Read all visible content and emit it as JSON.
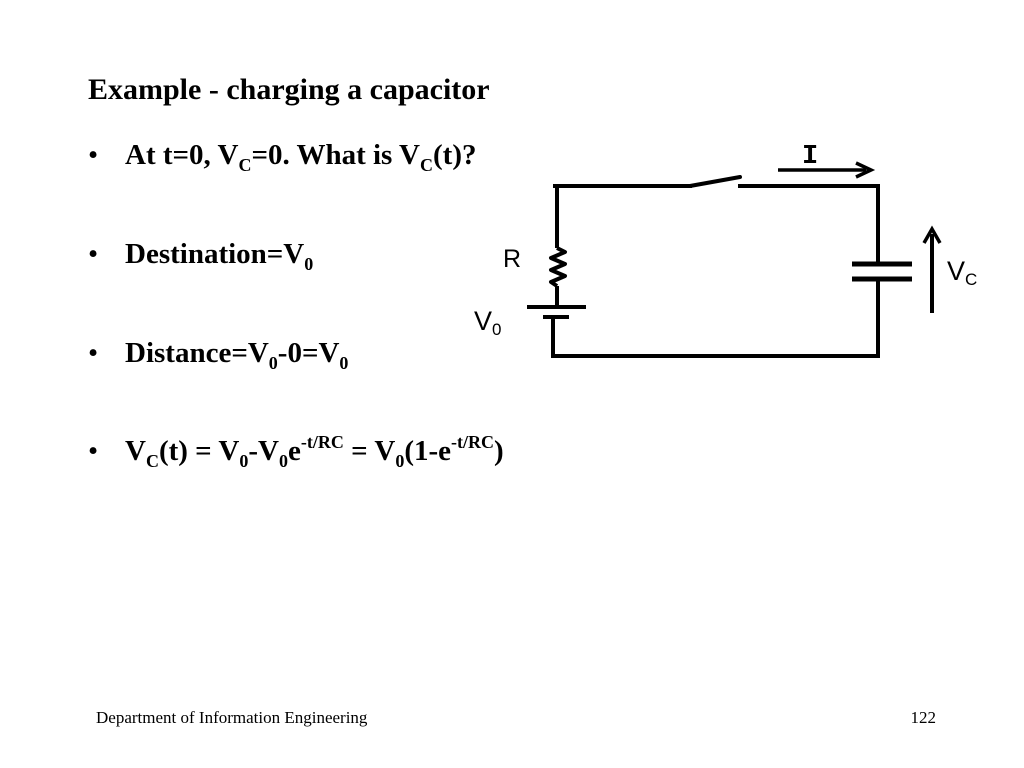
{
  "title": "Example - charging a capacitor",
  "bullets": [
    {
      "parts": [
        {
          "t": "At t=0, V"
        },
        {
          "sub": "C"
        },
        {
          "t": "=0. What is V"
        },
        {
          "sub": "C"
        },
        {
          "t": "(t)?"
        }
      ]
    },
    {
      "parts": [
        {
          "t": "Destination=V"
        },
        {
          "sub": "0"
        }
      ]
    },
    {
      "parts": [
        {
          "t": "Distance=V"
        },
        {
          "sub": "0"
        },
        {
          "t": "-0=V"
        },
        {
          "sub": "0"
        }
      ]
    },
    {
      "parts": [
        {
          "t": "V"
        },
        {
          "sub": "C"
        },
        {
          "t": "(t) = V"
        },
        {
          "sub": "0"
        },
        {
          "t": "-V"
        },
        {
          "sub": "0"
        },
        {
          "t": "e"
        },
        {
          "sup": "-t/RC"
        },
        {
          "t": " = V"
        },
        {
          "sub": "0"
        },
        {
          "t": "(1-e"
        },
        {
          "sup": "-t/RC"
        },
        {
          "t": ")"
        }
      ]
    }
  ],
  "bullet_symbol": "•",
  "circuit": {
    "current_label": "I",
    "resistor_label": "R",
    "source_label_main": "V",
    "source_label_sub": "0",
    "cap_voltage_label_main": "V",
    "cap_voltage_label_sub": "C"
  },
  "footer": {
    "department": "Department of Information Engineering",
    "page_number": "122"
  }
}
